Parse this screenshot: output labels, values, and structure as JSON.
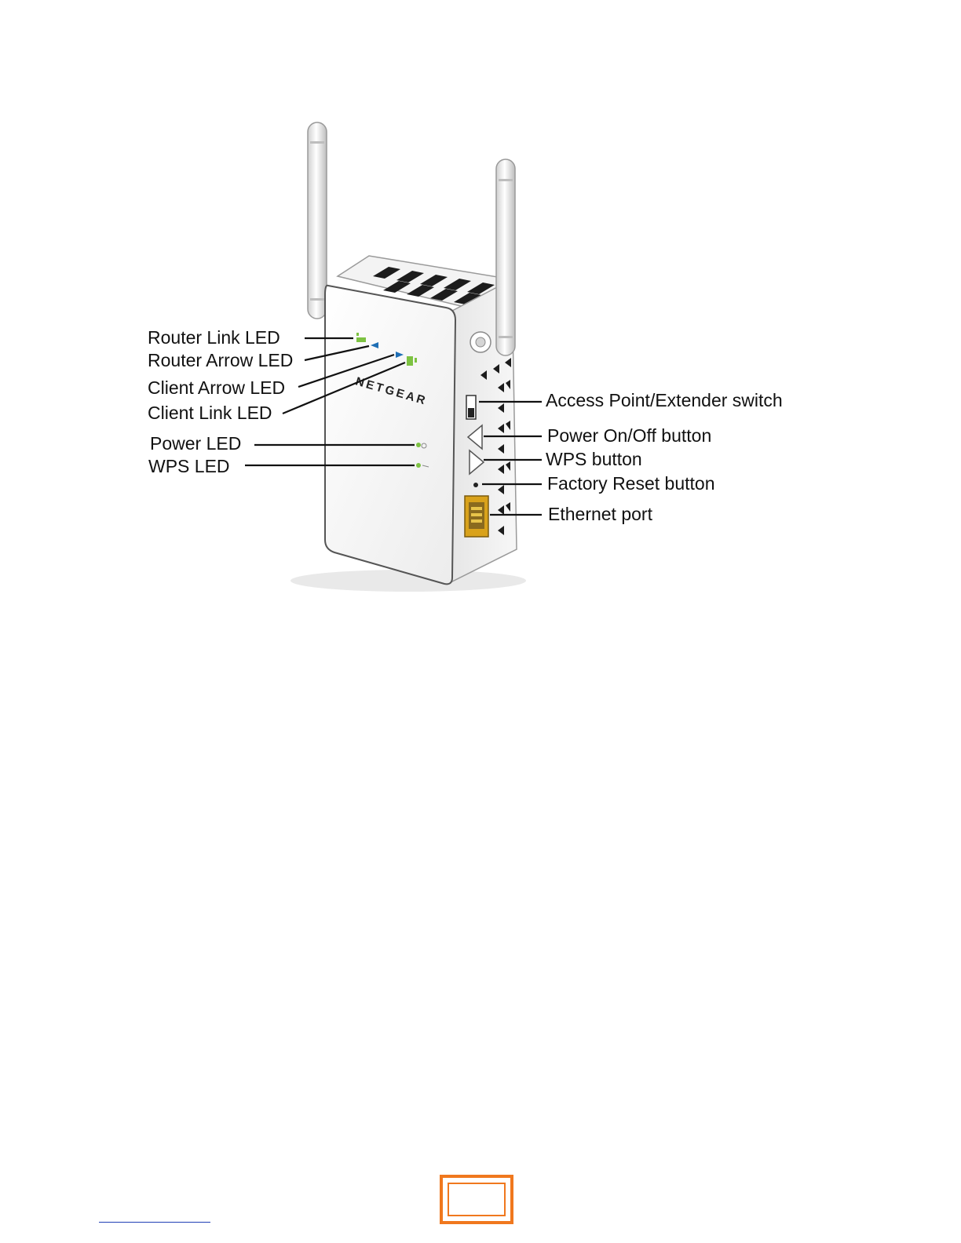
{
  "brand": "NETGEAR",
  "left_callouts": [
    "Router Link LED",
    "Router Arrow LED",
    "Client Arrow LED",
    "Client Link LED",
    "Power LED",
    "WPS LED"
  ],
  "right_callouts": [
    "Access Point/Extender switch",
    "Power On/Off button",
    "WPS button",
    "Factory Reset button",
    "Ethernet port"
  ],
  "colors": {
    "led_green": "#7dc242",
    "led_blue": "#1f6fb5",
    "ethernet_port": "#d9a21b",
    "footer_box": "#f0781e",
    "footer_rule": "#1f3fb5"
  }
}
